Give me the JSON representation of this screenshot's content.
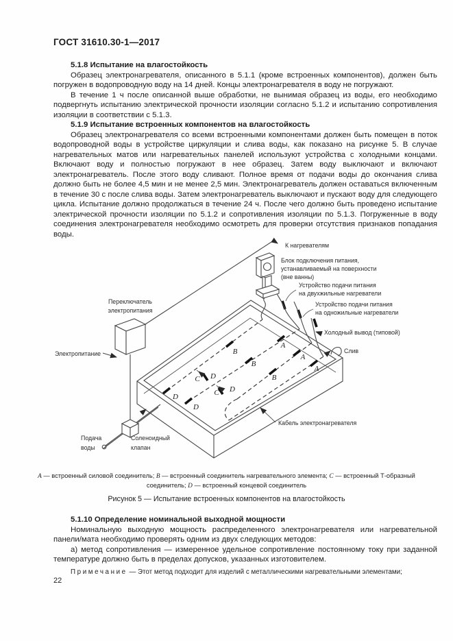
{
  "page": {
    "header": "ГОСТ 31610.30-1—2017",
    "number": "22"
  },
  "sections": [
    {
      "heading": "5.1.8 Испытание на влагостойкость",
      "paragraphs": [
        "Образец электронагревателя, описанного в 5.1.1 (кроме встроенных компонентов), должен быть погружен в водопроводную воду на 14 дней. Концы электронагревателя в воду не погружают.",
        "В течение 1 ч после описанной выше обработки, не вынимая образец из воды, его необходимо подвергнуть испытанию электрической прочности изоляции согласно 5.1.2 и испытанию сопротивления изоляции в соответствии с 5.1.3."
      ]
    },
    {
      "heading": "5.1.9 Испытание встроенных компонентов на влагостойкость",
      "paragraphs": [
        "Образец электронагревателя со всеми встроенными компонентами должен быть помещен в поток водопроводной воды в устройстве циркуляции и слива воды, как показано на рисунке 5. В случае нагревательных матов или нагревательных панелей используют устройства с холодными концами. Включают воду и полностью погружают в нее образец. Затем воду выключают и включают электронагреватель. После этого воду сливают. Полное время от подачи воды до окончания слива должно быть не более 4,5 мин и не менее 2,5 мин. Электронагреватель должен оставаться включенным в течение 30 с после слива воды. Затем электронагреватель выключают и пускают воду для следующего цикла. Испытание должно продолжаться в течение 24 ч. После чего должно быть проведено испытание электрической прочности изоляции по 5.1.2 и сопротивления изоляции по 5.1.3. Погруженные в воду соединения электронагревателя необходимо осмотреть для проверки отсутствия признаков попадания воды."
      ]
    },
    {
      "heading": "5.1.10 Определение номинальной выходной мощности",
      "paragraphs": [
        "Номинальную выходную мощность распределенного электронагревателя или нагревательной панели/мата необходимо проверять одним из двух следующих методов:",
        "а) метод сопротивления — измеренное удельное сопротивление постоянному току при заданной температуре должно быть в пределах допусков, указанных изготовителем."
      ]
    }
  ],
  "figure": {
    "caption": "Рисунок 5 — Испытание встроенных компонентов на влагостойкость",
    "legend_parts": [
      "A",
      " — встроенный силовой соединитель; ",
      "B",
      " — встроенный соединитель нагревательного элемента; ",
      "C",
      " — встроенный Т-образный соединитель; ",
      "D",
      " — встроенный концевой соединитель"
    ],
    "diagram": {
      "to_heaters": "К нагревателям",
      "junction_1": "Блок подключения питания,",
      "junction_2": "устанавливаемый на поверхности",
      "junction_3": "(вне ванны)",
      "feed2_1": "Устройство подачи питания",
      "feed2_2": "на двухжильные нагреватели",
      "feed1_1": "Устройство подачи питания",
      "feed1_2": "на одножильные нагреватели",
      "cold_lead": "Холодный вывод (типовой)",
      "drain": "Слив",
      "switch_1": "Переключатель",
      "switch_2": "электропитания",
      "power": "Электропитание",
      "water_1": "Подача",
      "water_2": "воды",
      "valve_1": "Соленоидный",
      "valve_2": "клапан",
      "cable": "Кабель электронагревателя",
      "letter_a": "A",
      "letter_b": "B",
      "letter_c": "C",
      "letter_d": "D"
    }
  },
  "note": {
    "label": "Примечание",
    "text": "— Этот метод подходит для изделий с металлическими нагревательными элементами;"
  }
}
